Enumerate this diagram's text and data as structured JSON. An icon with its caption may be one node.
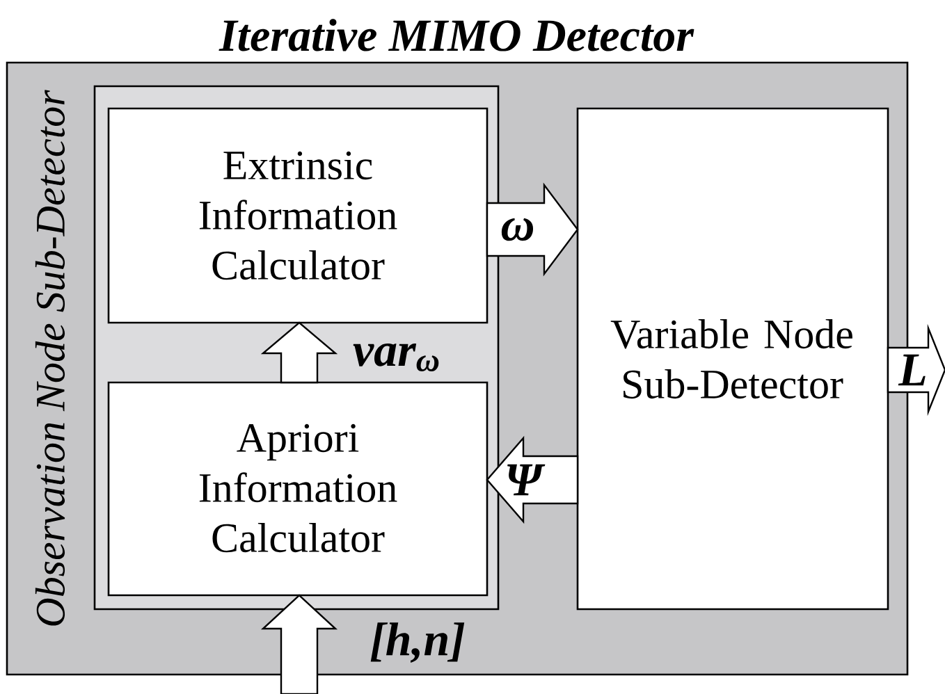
{
  "diagram": {
    "nodes": [
      {
        "text": [
          "Iterative MIMO Detector"
        ]
      },
      {
        "text": [
          "Observation Node Sub-Detector"
        ],
        "in": 0
      },
      {
        "text": [
          "Extrinsic Information Calculator"
        ],
        "in": 1
      },
      {
        "text": [
          "Apriori Information Calculator"
        ],
        "in": 1
      },
      {
        "text": [
          "Variable Node Sub-Detector"
        ],
        "in": 0
      }
    ],
    "edges": [
      {
        "from": 3,
        "to": 2,
        "arrow": "to",
        "label": "var$_{ω}$"
      },
      {
        "from": 2,
        "to": 4,
        "arrow": "to",
        "label": "ω"
      },
      {
        "from": 4,
        "to": 3,
        "arrow": "to",
        "label": "Ψ"
      },
      {
        "from": 4,
        "to": null,
        "arrow": "to",
        "label": "L"
      },
      {
        "from": null,
        "to": 3,
        "arrow": "to",
        "label": "[h,n]"
      }
    ]
  }
}
